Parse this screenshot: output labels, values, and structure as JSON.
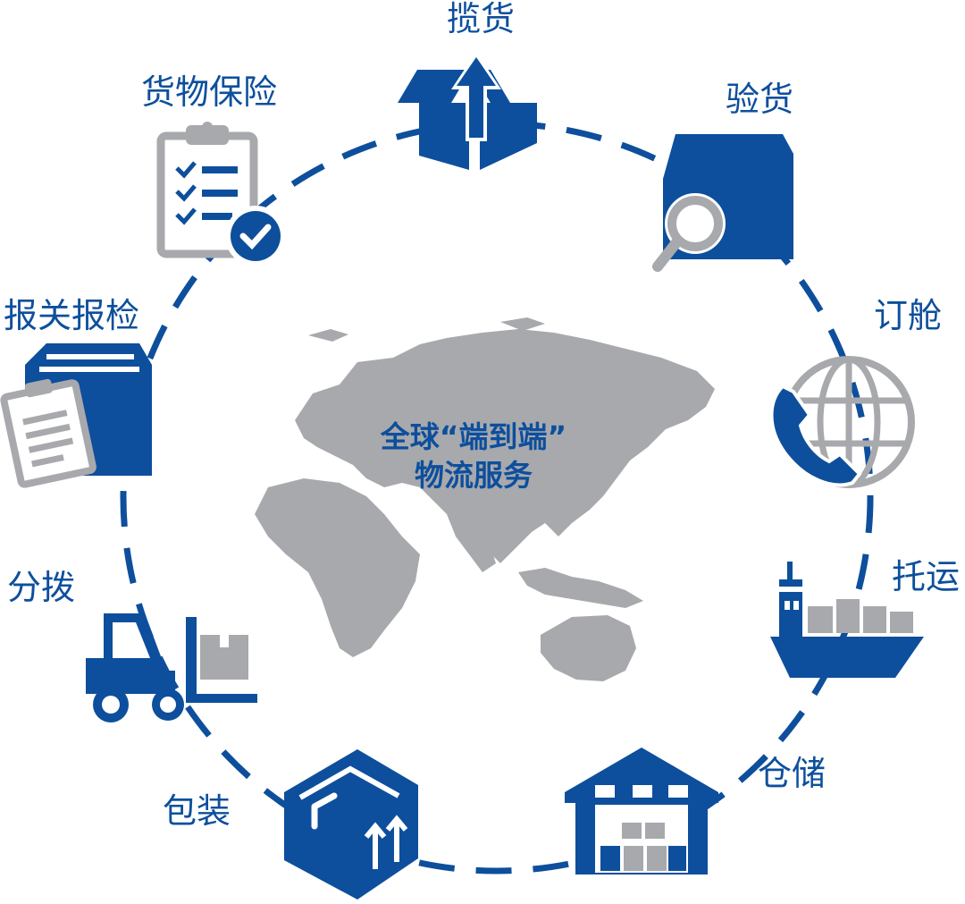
{
  "center": {
    "line1": "全球“端到端”",
    "line2": "物流服务"
  },
  "steps": [
    {
      "label": "揽货",
      "icon": "open-box-icon"
    },
    {
      "label": "验货",
      "icon": "inspection-magnifier-icon"
    },
    {
      "label": "订舱",
      "icon": "globe-phone-icon"
    },
    {
      "label": "托运",
      "icon": "cargo-ship-icon"
    },
    {
      "label": "仓储",
      "icon": "warehouse-icon"
    },
    {
      "label": "包装",
      "icon": "package-arrows-icon"
    },
    {
      "label": "分拨",
      "icon": "forklift-icon"
    },
    {
      "label": "报关报检",
      "icon": "customs-clipboard-box-icon"
    },
    {
      "label": "货物保险",
      "icon": "insurance-checklist-icon"
    }
  ],
  "colors": {
    "primary": "#0d4f9c",
    "secondary": "#a8a9ad",
    "background": "#ffffff"
  }
}
